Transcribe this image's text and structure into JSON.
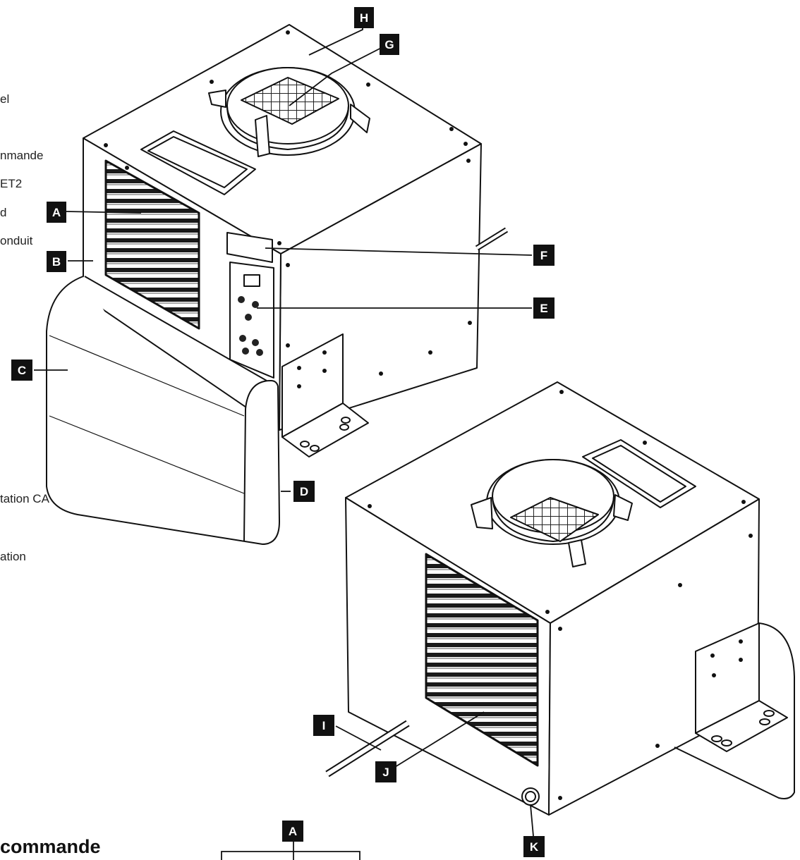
{
  "side_labels": [
    "el",
    "nmande",
    "ET2",
    "d",
    "onduit",
    "tation CA",
    "ation"
  ],
  "callouts": [
    "A",
    "B",
    "C",
    "D",
    "E",
    "F",
    "G",
    "H",
    "I",
    "J",
    "K",
    "A"
  ],
  "section_heading": "commande",
  "colors": {
    "ink": "#111111",
    "tag_bg": "#111111",
    "tag_fg": "#ffffff"
  }
}
